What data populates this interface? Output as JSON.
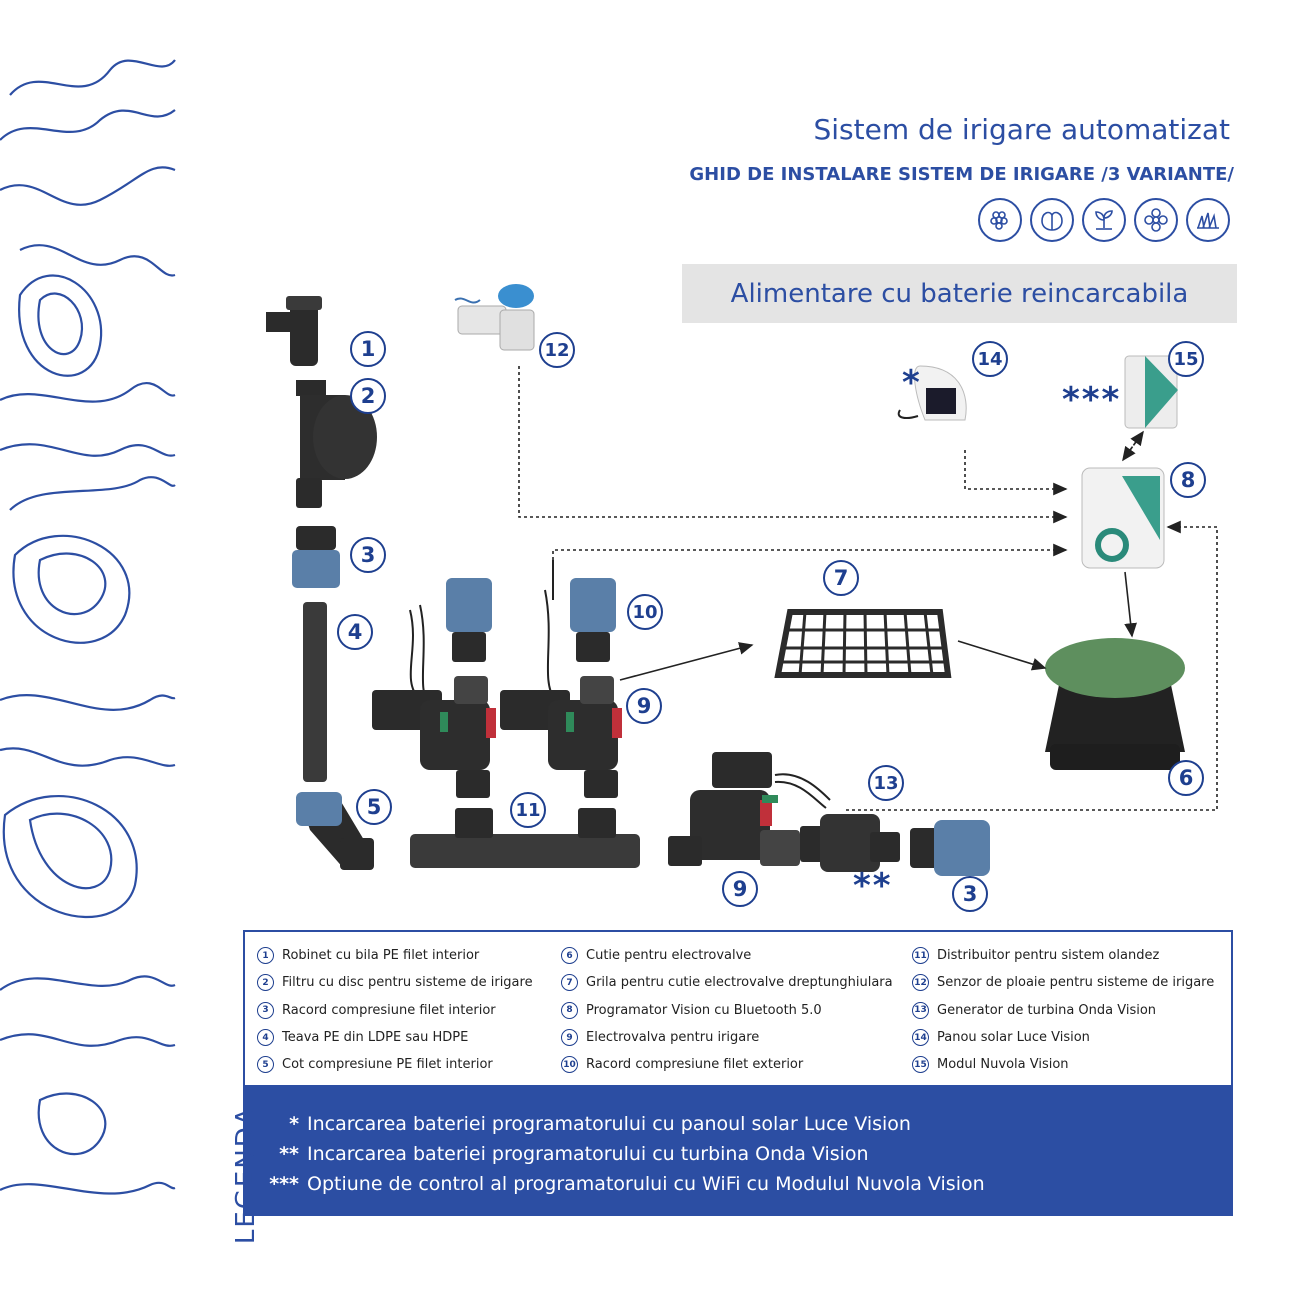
{
  "header": {
    "title": "Sistem de irigare automatizat",
    "subtitle": "GHID DE INSTALARE SISTEM DE IRIGARE /3 VARIANTE/",
    "icons": [
      "grapes-icon",
      "lettuce-icon",
      "sprout-icon",
      "flower-icon",
      "grass-icon"
    ]
  },
  "banner": {
    "text": "Alimentare cu baterie reincarcabila"
  },
  "diagram": {
    "numbers": [
      "1",
      "2",
      "3",
      "4",
      "5",
      "6",
      "7",
      "8",
      "9",
      "10",
      "11",
      "12",
      "13",
      "14",
      "15",
      "9",
      "3"
    ],
    "stars_single": "*",
    "stars_double": "**",
    "stars_triple": "***"
  },
  "legend": {
    "title": "LEGENDA",
    "items": [
      {
        "n": "1",
        "label": "Robinet cu bila PE filet interior"
      },
      {
        "n": "2",
        "label": "Filtru cu disc pentru sisteme de irigare"
      },
      {
        "n": "3",
        "label": "Racord compresiune filet interior"
      },
      {
        "n": "4",
        "label": "Teava PE din LDPE sau HDPE"
      },
      {
        "n": "5",
        "label": "Cot compresiune PE filet interior"
      },
      {
        "n": "6",
        "label": "Cutie pentru electrovalve"
      },
      {
        "n": "7",
        "label": "Grila pentru cutie electrovalve dreptunghiulara"
      },
      {
        "n": "8",
        "label": "Programator Vision cu Bluetooth 5.0"
      },
      {
        "n": "9",
        "label": "Electrovalva pentru irigare"
      },
      {
        "n": "10",
        "label": "Racord compresiune filet exterior"
      },
      {
        "n": "11",
        "label": "Distribuitor pentru sistem olandez"
      },
      {
        "n": "12",
        "label": "Senzor de ploaie pentru sisteme de irigare"
      },
      {
        "n": "13",
        "label": "Generator de turbina Onda Vision"
      },
      {
        "n": "14",
        "label": "Panou solar Luce Vision"
      },
      {
        "n": "15",
        "label": "Modul Nuvola Vision"
      }
    ]
  },
  "notes": [
    {
      "mark": "*",
      "text": "Incarcarea bateriei programatorului cu panoul solar Luce Vision"
    },
    {
      "mark": "**",
      "text": "Incarcarea bateriei programatorului cu turbina Onda Vision"
    },
    {
      "mark": "***",
      "text": "Optiune de control al programatorului cu WiFi cu Modulul Nuvola Vision"
    }
  ],
  "colors": {
    "brand_blue": "#2c4ea3",
    "dark_blue": "#1e3f8f",
    "banner_gray": "#e4e4e4",
    "lid_green": "#5e8f5e",
    "part_black": "#2b2b2b",
    "fitting_blue": "#5a7fa8"
  }
}
